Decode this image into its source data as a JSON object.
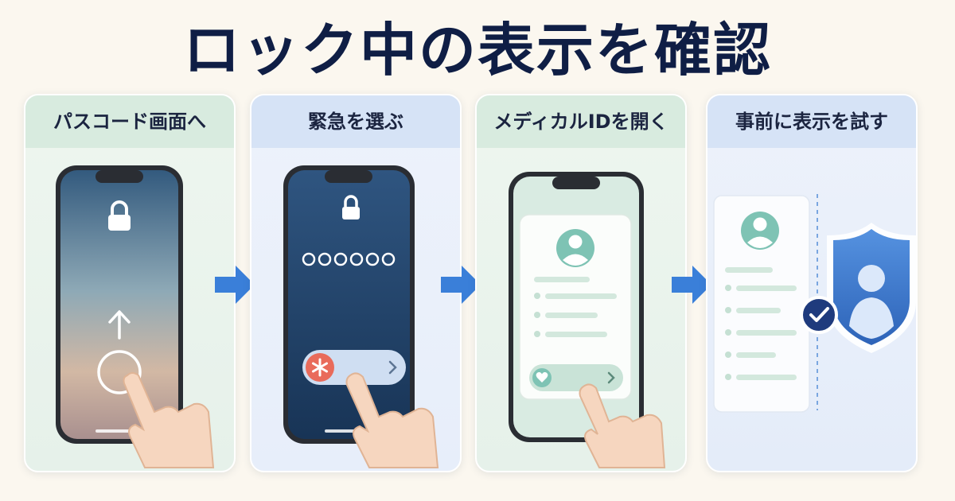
{
  "title": "ロック中の表示を確認",
  "steps": [
    {
      "label": "パスコード画面へ"
    },
    {
      "label": "緊急を選ぶ"
    },
    {
      "label": "メディカルIDを開く"
    },
    {
      "label": "事前に表示を試す"
    }
  ],
  "colors": {
    "title": "#0f1e45",
    "arrow": "#3a7fd9",
    "mint": "#7ec3b4",
    "emergency_red": "#e96b5b",
    "shield_blue": "#3d7cd3",
    "check_navy": "#1f3b7d"
  },
  "icons": [
    "lock-icon",
    "swipe-up-arrow-icon",
    "asterisk-icon",
    "chevron-right-icon",
    "heart-icon",
    "avatar-icon",
    "check-icon",
    "shield-user-icon",
    "hand-pointer-icon"
  ]
}
